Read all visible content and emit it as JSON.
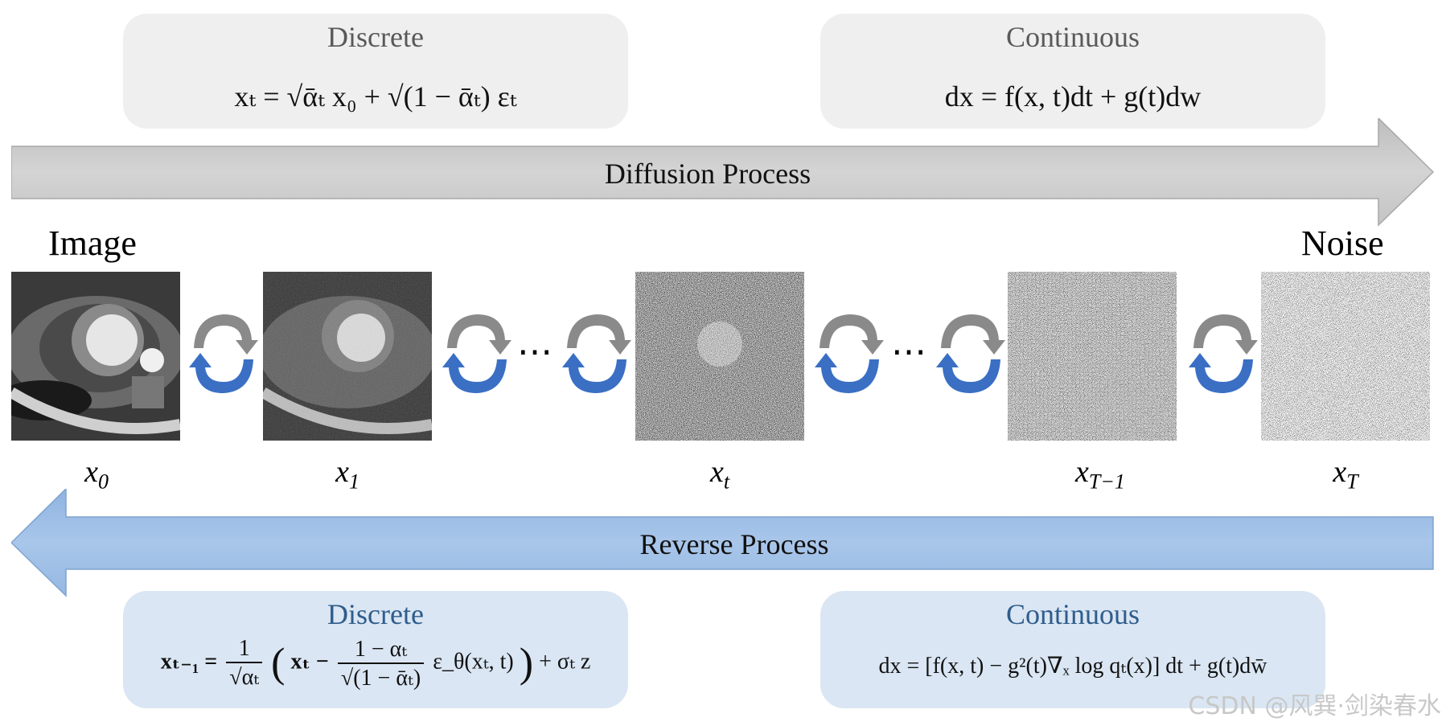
{
  "top_left_box": {
    "title": "Discrete",
    "formula": "xₜ = √ᾱₜ x₀ + √(1 − ᾱₜ) εₜ"
  },
  "top_right_box": {
    "title": "Continuous",
    "formula": "dx = f(x, t)dt + g(t)dw"
  },
  "diffusion_arrow": {
    "label": "Diffusion Process",
    "color": "#c8c8c8"
  },
  "reverse_arrow": {
    "label": "Reverse Process",
    "color": "#9dbfe6"
  },
  "image_label": "Image",
  "noise_label": "Noise",
  "states": [
    {
      "base": "x",
      "sub": "0"
    },
    {
      "base": "x",
      "sub": "1"
    },
    {
      "base": "x",
      "sub": "t"
    },
    {
      "base": "x",
      "sub": "T−1"
    },
    {
      "base": "x",
      "sub": "T"
    }
  ],
  "ellipsis": "⋯",
  "bottom_left_box": {
    "title": "Discrete",
    "lhs": "xₜ₋₁ =",
    "frac1_num": "1",
    "frac1_den": "√αₜ",
    "paren_open": "(",
    "term1": "xₜ −",
    "frac2_num": "1 − αₜ",
    "frac2_den": "√(1 − ᾱₜ)",
    "term2": "ε_θ(xₜ, t)",
    "paren_close": ")",
    "tail": "+ σₜ z"
  },
  "bottom_right_box": {
    "title": "Continuous",
    "formula": "dx = [f(x, t) − g²(t)∇ₓ log qₜ(x)] dt + g(t)dw̄"
  },
  "watermark": "CSDN @风巽·剑染春水"
}
